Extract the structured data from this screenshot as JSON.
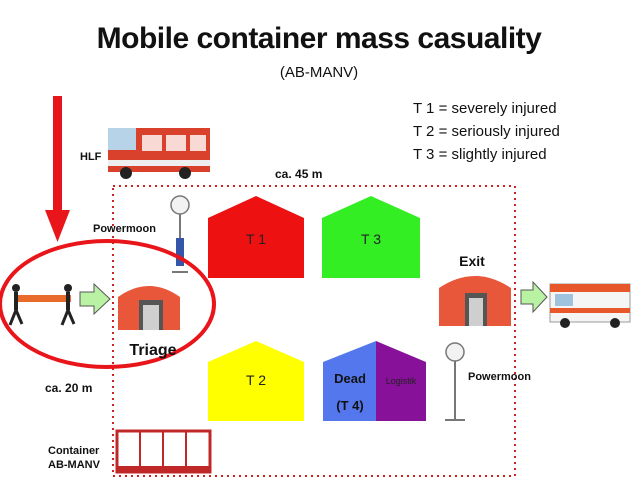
{
  "title": "Mobile container mass casuality",
  "subtitle": "(AB-MANV)",
  "legend": [
    "T 1 = severely injured",
    "T 2 = seriously injured",
    "T 3 = slightly injured"
  ],
  "labels": {
    "hlf": "HLF",
    "width": "ca. 45 m",
    "height": "ca. 20 m",
    "powermoon_top": "Powermoon",
    "powermoon_bottom": "Powermoon",
    "triage": "Triage",
    "exit": "Exit",
    "container_line1": "Container",
    "container_line2": "AB-MANV"
  },
  "zones": {
    "t1": "T 1",
    "t3": "T 3",
    "t2": "T 2",
    "dead_line1": "Dead",
    "dead_line2": "(T 4)",
    "logistics": "Logistik"
  },
  "colors": {
    "t1": "#ee1111",
    "t3": "#33ee22",
    "t2": "#ffff00",
    "dead": "#5577ee",
    "logistics": "#881199",
    "arrow": "#e8161b",
    "boundary": "#cc2222",
    "tent": "#e8573a",
    "flow_arrow": "#b9f2a3"
  }
}
